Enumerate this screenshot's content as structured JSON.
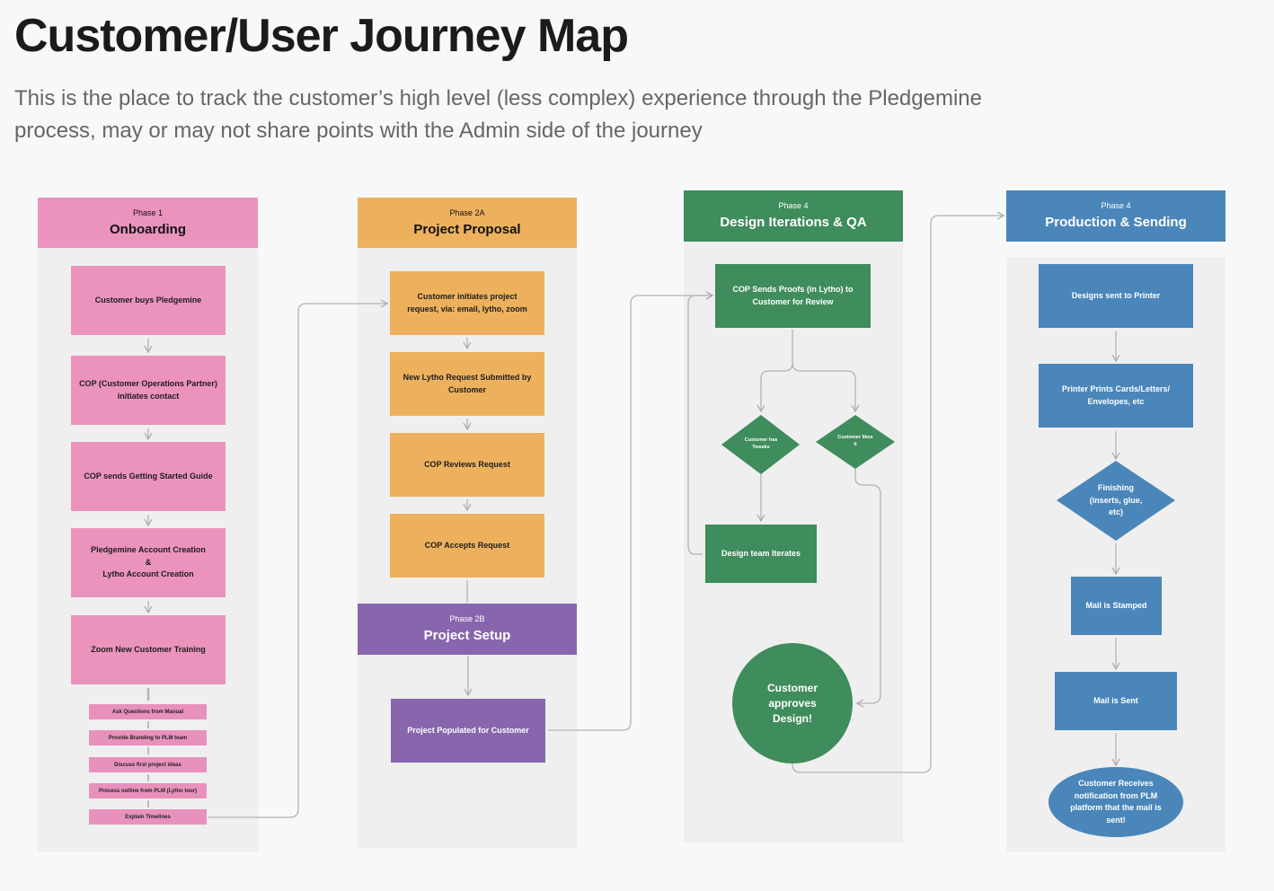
{
  "header": {
    "title": "Customer/User Journey Map",
    "subtitle": "This is the place to track the customer’s high level (less complex) experience through the Pledgemine process, may or may not share points with the Admin side of the journey"
  },
  "colors": {
    "pink": "#eb93bd",
    "orange": "#edb15e",
    "purple": "#8766ad",
    "green": "#3f8c5c",
    "blue": "#4a86ba",
    "connector": "#b5b5b5"
  },
  "phases": {
    "onboarding": {
      "number": "Phase 1",
      "name": "Onboarding"
    },
    "proposal": {
      "number": "Phase 2A",
      "name": "Project Proposal"
    },
    "setup": {
      "number": "Phase 2B",
      "name": "Project Setup"
    },
    "design": {
      "number": "Phase 4",
      "name": "Design Iterations & QA"
    },
    "production": {
      "number": "Phase 4",
      "name": "Production & Sending"
    }
  },
  "onboarding_steps": [
    "Customer buys Pledgemine",
    "COP (Customer Operations Partner) initiates contact",
    "COP sends Getting Started Guide",
    "Pledgemine Account Creation\n&\nLytho Account Creation",
    "Zoom New Customer Training"
  ],
  "training_items": [
    "Ask Questions from Manual",
    "Provide Branding to PLM team",
    "Discuss first project ideas",
    "Process outline from PLM (Lytho tour)",
    "Explain Timelines"
  ],
  "proposal_steps": [
    "Customer initiates project request, via: email, lytho, zoom",
    "New Lytho Request Submitted by Customer",
    "COP Reviews Request",
    "COP Accepts Request"
  ],
  "setup_steps": [
    "Project Populated for Customer"
  ],
  "design": {
    "proofs": "COP Sends Proofs (in Lytho) to Customer for Review",
    "decision_tweaks": "Customer has Tweaks",
    "decision_likes": "Customer likes it",
    "iterate": "Design team Iterates",
    "approve": "Customer approves Design!"
  },
  "production": {
    "sent_to_printer": "Designs sent to Printer",
    "prints": "Printer Prints Cards/Letters/ Envelopes, etc",
    "finishing": "Finishing (inserts, glue, etc)",
    "stamped": "Mail is Stamped",
    "sent": "Mail is Sent",
    "notification": "Customer Receives notification from PLM platform that the mail is sent!"
  }
}
